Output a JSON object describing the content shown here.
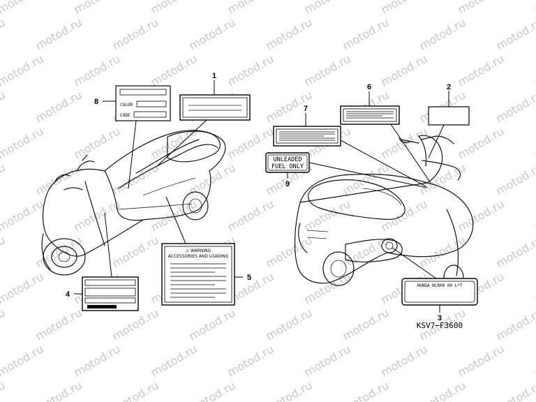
{
  "watermark": {
    "text": "motod.ru"
  },
  "drawing_code": "KSV7−F3600",
  "callouts": [
    {
      "id": "1",
      "text": "1"
    },
    {
      "id": "2",
      "text": "2"
    },
    {
      "id": "3",
      "text": "3"
    },
    {
      "id": "4",
      "text": "4"
    },
    {
      "id": "5",
      "text": "5"
    },
    {
      "id": "6",
      "text": "6"
    },
    {
      "id": "7",
      "text": "7"
    },
    {
      "id": "8",
      "text": "8"
    },
    {
      "id": "9",
      "text": "9"
    }
  ],
  "label_texts": {
    "color_field": "COLOR",
    "code_field": "CODE",
    "warning_title": "⚠ WARNING",
    "warning_subtitle": "ACCESSORIES AND LOADING",
    "fuel_line1": "UNLEADED",
    "fuel_line2": "FUEL ONLY",
    "label3_text": "HONDA NCR00 00 L*T"
  },
  "colors": {
    "ink": "#000000",
    "watermark": "#c9c9c9",
    "background": "#ffffff"
  }
}
